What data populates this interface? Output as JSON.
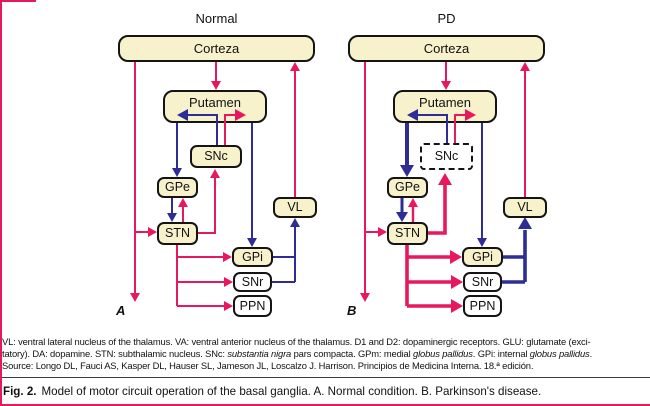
{
  "colors": {
    "excitatory_red": "#e8185d",
    "inhibitory_blue": "#2e2c95",
    "box_fill": "#f7f2cc",
    "box_border": "#141414"
  },
  "panels": [
    {
      "title": "Normal",
      "panel_label": "A",
      "nodes": {
        "cortex": "Corteza",
        "putamen": "Putamen",
        "snc": "SNc",
        "gpe": "GPe",
        "stn": "STN",
        "gpi": "GPi",
        "snr": "SNr",
        "ppn": "PPN",
        "vl": "VL"
      },
      "connections": [
        {
          "from": "Corteza",
          "to": "Putamen",
          "type": "excitatory"
        },
        {
          "from": "Corteza",
          "to": "STN",
          "type": "excitatory"
        },
        {
          "from": "Corteza",
          "to": "(descending, unlabeled)",
          "type": "excitatory"
        },
        {
          "from": "SNc",
          "to": "Putamen",
          "type": "inhibitory"
        },
        {
          "from": "SNc",
          "to": "Putamen",
          "type": "excitatory"
        },
        {
          "from": "Putamen",
          "to": "GPe",
          "type": "inhibitory"
        },
        {
          "from": "GPe",
          "to": "STN",
          "type": "inhibitory"
        },
        {
          "from": "STN",
          "to": "GPe",
          "type": "excitatory"
        },
        {
          "from": "STN",
          "to": "SNc",
          "type": "excitatory"
        },
        {
          "from": "Putamen",
          "to": "GPi",
          "type": "inhibitory"
        },
        {
          "from": "STN",
          "to": "GPi",
          "type": "excitatory"
        },
        {
          "from": "STN",
          "to": "SNr",
          "type": "excitatory"
        },
        {
          "from": "STN",
          "to": "PPN",
          "type": "excitatory"
        },
        {
          "from": "GPi",
          "to": "VL",
          "type": "inhibitory"
        },
        {
          "from": "SNr",
          "to": "VL",
          "type": "inhibitory"
        },
        {
          "from": "VL",
          "to": "Corteza",
          "type": "excitatory"
        }
      ]
    },
    {
      "title": "PD",
      "panel_label": "B",
      "snc_degenerated": true,
      "nodes": {
        "cortex": "Corteza",
        "putamen": "Putamen",
        "snc": "SNc",
        "gpe": "GPe",
        "stn": "STN",
        "gpi": "GPi",
        "snr": "SNr",
        "ppn": "PPN",
        "vl": "VL"
      },
      "connections": [
        {
          "from": "Corteza",
          "to": "Putamen",
          "type": "excitatory"
        },
        {
          "from": "Corteza",
          "to": "STN",
          "type": "excitatory"
        },
        {
          "from": "Corteza",
          "to": "(descending, unlabeled)",
          "type": "excitatory"
        },
        {
          "from": "SNc",
          "to": "Putamen",
          "type": "inhibitory"
        },
        {
          "from": "SNc",
          "to": "Putamen",
          "type": "excitatory"
        },
        {
          "from": "Putamen",
          "to": "GPe",
          "type": "inhibitory",
          "thick": true
        },
        {
          "from": "GPe",
          "to": "STN",
          "type": "inhibitory",
          "thick": true
        },
        {
          "from": "STN",
          "to": "GPe",
          "type": "excitatory"
        },
        {
          "from": "STN",
          "to": "SNc",
          "type": "excitatory",
          "thick": true
        },
        {
          "from": "Putamen",
          "to": "GPi",
          "type": "inhibitory"
        },
        {
          "from": "STN",
          "to": "GPi",
          "type": "excitatory",
          "thick": true
        },
        {
          "from": "STN",
          "to": "SNr",
          "type": "excitatory",
          "thick": true
        },
        {
          "from": "STN",
          "to": "PPN",
          "type": "excitatory",
          "thick": true
        },
        {
          "from": "GPi",
          "to": "VL",
          "type": "inhibitory",
          "thick": true
        },
        {
          "from": "SNr",
          "to": "VL",
          "type": "inhibitory",
          "thick": true
        },
        {
          "from": "VL",
          "to": "Corteza",
          "type": "excitatory"
        }
      ]
    }
  ],
  "footnote_lines": [
    [
      {
        "t": "VL: ventral lateral nucleus of the thalamus. VA: ventral anterior nucleus of the thalamus. D1 and D2: dopaminergic receptors. GLU: glutamate (exci-"
      }
    ],
    [
      {
        "t": "tatory). DA: dopamine. STN: subthalamic nucleus. SNc: "
      },
      {
        "t": "substantia nigra",
        "i": 1
      },
      {
        "t": " pars compacta. GPm: medial "
      },
      {
        "t": "globus pallidus",
        "i": 1
      },
      {
        "t": ". GPi: internal "
      },
      {
        "t": "globus pallidus",
        "i": 1
      },
      {
        "t": "."
      }
    ],
    [
      {
        "t": "Source: Longo DL, Fauci AS, Kasper DL, Hauser SL, Jameson JL, Loscalzo J. Harrison. Principios de Medicina Interna. 18.ª edición."
      }
    ]
  ],
  "caption": {
    "label": "Fig. 2.",
    "text": "Model of motor circuit operation of the basal ganglia. A. Normal condition. B. Parkinson's disease."
  }
}
